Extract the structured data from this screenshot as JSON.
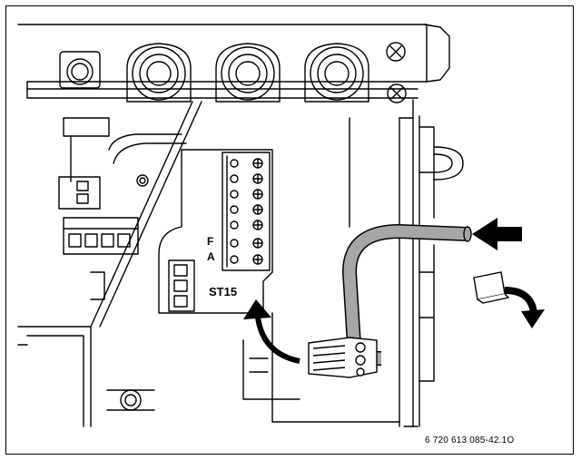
{
  "labels": {
    "terminal_f": "F",
    "terminal_a": "A",
    "connector": "ST15"
  },
  "caption": "6 720 613 085-42.1O",
  "colors": {
    "cable_fill": "#a6a6a6",
    "line": "#000000",
    "background": "#ffffff"
  }
}
